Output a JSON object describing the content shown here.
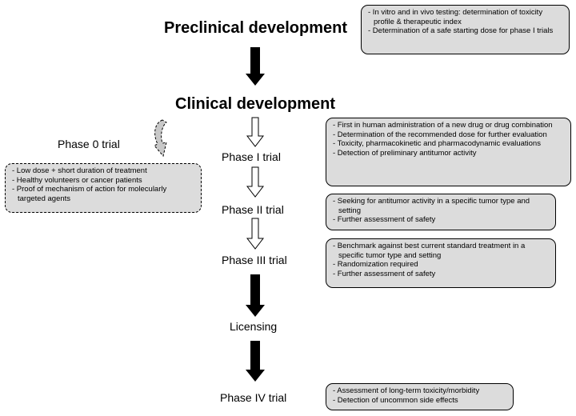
{
  "stages": {
    "preclinical": "Preclinical development",
    "clinical": "Clinical development",
    "phase0": "Phase 0 trial",
    "phase1": "Phase I trial",
    "phase2": "Phase II trial",
    "phase3": "Phase III trial",
    "licensing": "Licensing",
    "phase4": "Phase IV trial"
  },
  "notes": {
    "preclinical": [
      "- In vitro and in vivo testing: determination of toxicity profile & therapeutic index",
      "- Determination of a safe starting dose for phase I trials"
    ],
    "phase0": [
      "- Low dose + short duration of treatment",
      "- Healthy volunteers or cancer patients",
      "- Proof of mechanism of action for molecularly targeted agents"
    ],
    "phase1": [
      "- First in human administration of a new drug or drug combination",
      "- Determination of the recommended dose for further evaluation",
      "- Toxicity, pharmacokinetic and pharmacodynamic evaluations",
      "- Detection of preliminary antitumor activity"
    ],
    "phase2": [
      "- Seeking for antitumor activity in a specific tumor type and setting",
      "- Further assessment of safety"
    ],
    "phase3": [
      "- Benchmark against best current standard treatment in a specific tumor type and setting",
      "- Randomization required",
      "- Further assessment of safety"
    ],
    "phase4": [
      "- Assessment of long-term toxicity/morbidity",
      "- Detection of uncommon side effects"
    ]
  },
  "colors": {
    "note_fill": "#dcdcdc",
    "arrow_solid": "#000000",
    "arrow_outline": "#000000",
    "arrow_hollow_fill": "#ffffff",
    "curved_arrow_fill": "#c8c8c8"
  }
}
